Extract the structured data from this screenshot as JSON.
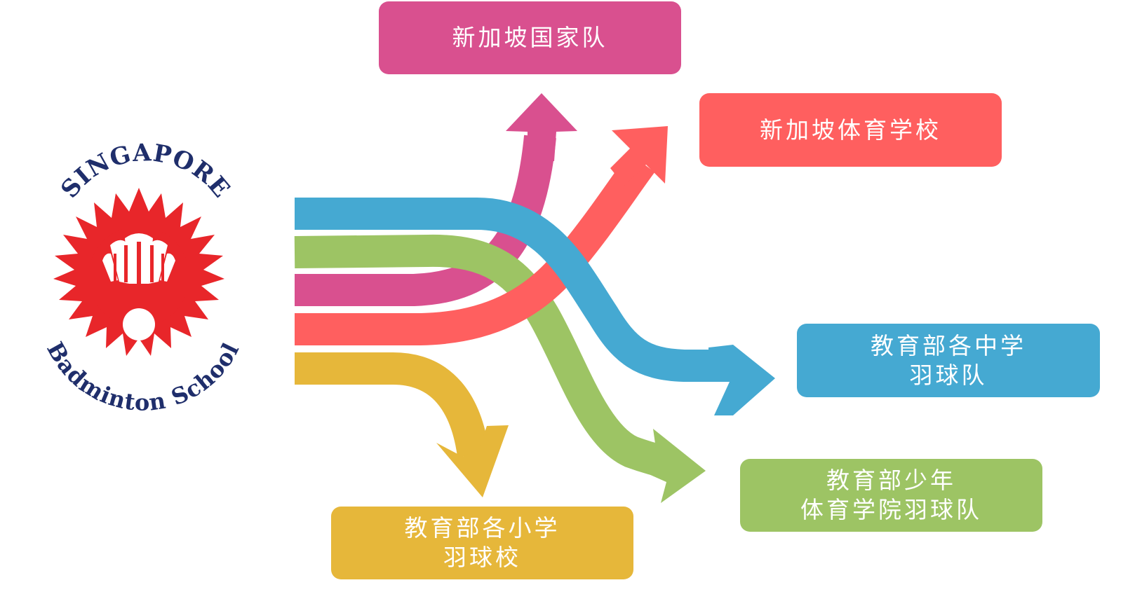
{
  "logo": {
    "top_text": "SINGAPORE",
    "bottom_text": "Badminton School",
    "colors": {
      "text": "#1f2e6b",
      "sun": "#e8262a"
    }
  },
  "destinations": [
    {
      "id": "national_team",
      "lines": [
        "新加坡国家队"
      ],
      "color": "#d9508f"
    },
    {
      "id": "sports_school",
      "lines": [
        "新加坡体育学校"
      ],
      "color": "#ff5f5f"
    },
    {
      "id": "moe_secondary",
      "lines": [
        "教育部各中学",
        "羽球队"
      ],
      "color": "#45a9d2"
    },
    {
      "id": "moe_sports_academy",
      "lines": [
        "教育部少年",
        "体育学院羽球队"
      ],
      "color": "#9dc464"
    },
    {
      "id": "moe_primary",
      "lines": [
        "教育部各小学",
        "羽球校"
      ],
      "color": "#e6b73a"
    }
  ]
}
